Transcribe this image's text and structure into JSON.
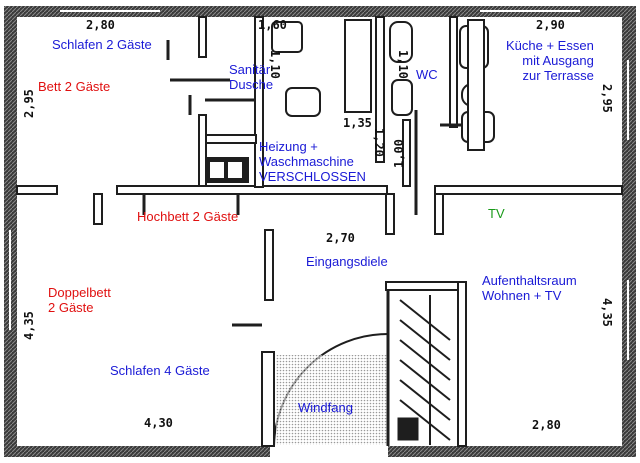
{
  "rooms": {
    "schlafen_2": "Schlafen 2 Gäste",
    "bett_2": "Bett 2 Gäste",
    "sanitaer": "Sanitär\nDusche",
    "wc": "WC",
    "kueche": "Küche + Essen\nmit Ausgang\nzur Terrasse",
    "heizung": "Heizung +\nWaschmaschine\nVERSCHLOSSEN",
    "hochbett": "Hochbett 2 Gäste",
    "tv": "TV",
    "eingangsdiele": "Eingangsdiele",
    "doppelbett": "Doppelbett\n2 Gäste",
    "aufenthalt": "Aufenthaltsraum\nWohnen + TV",
    "schlafen_4": "Schlafen 4 Gäste",
    "windfang": "Windfang"
  },
  "dimensions": {
    "d_top_left": "2,80",
    "d_top_sanitaer": "1,60",
    "d_sanitaer_v": "1,10",
    "d_wc_v": "1,10",
    "d_top_right": "2,90",
    "d_left_upper": "2,95",
    "d_right_upper": "2,95",
    "d_sanitaer_bottom": "1,35",
    "d_heizung_v": "1,20",
    "d_wc_bottom": "1,00",
    "d_center": "2,70",
    "d_left_lower": "4,35",
    "d_right_lower": "4,35",
    "d_bottom_left": "4,30",
    "d_bottom_right": "2,80"
  },
  "colors": {
    "wall": "#4a4a4a",
    "wall_dark": "#1e1e1e",
    "label_blue": "#1a1ad6",
    "label_red": "#e01010",
    "label_green": "#1a9a1a"
  }
}
